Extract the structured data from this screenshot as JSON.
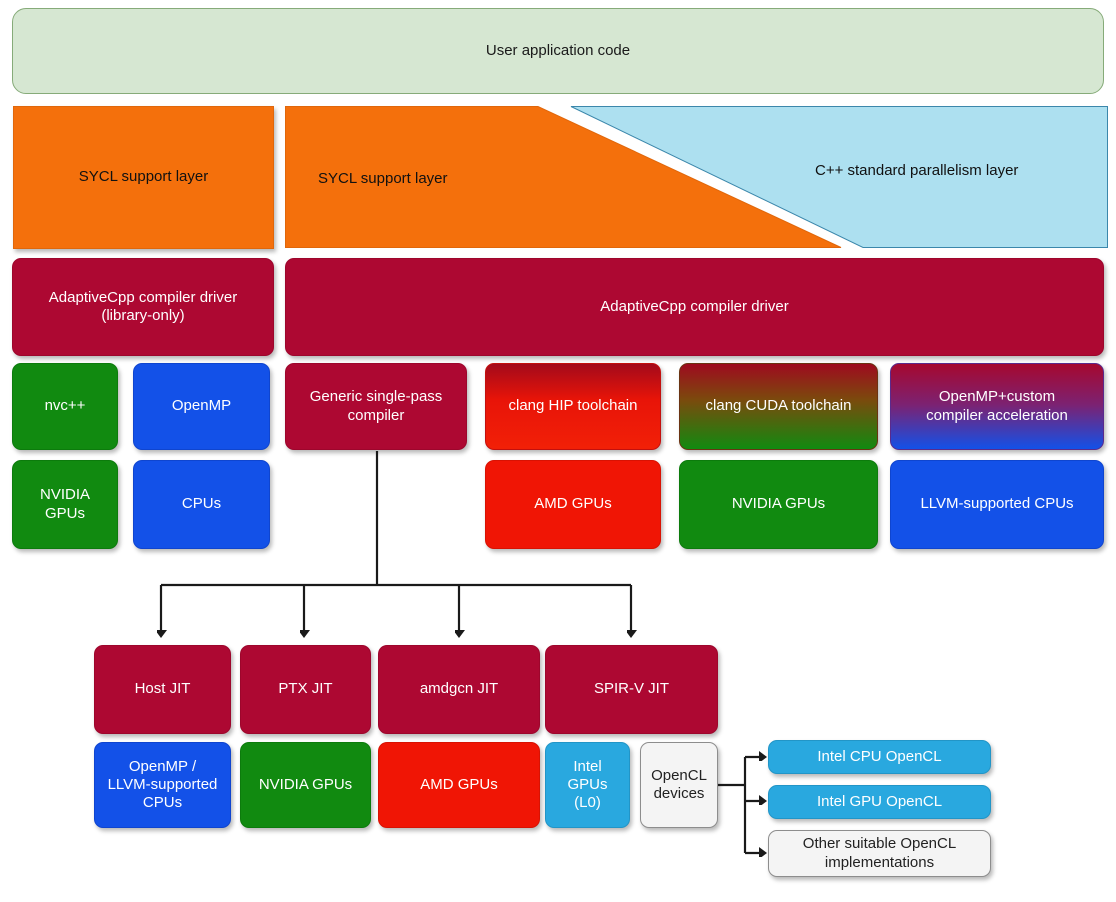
{
  "diagram": {
    "title": "AdaptiveCpp compilation flow",
    "colors": {
      "user_code_fill": "#d6e7d2",
      "user_code_stroke": "#86ab79",
      "sycl_layer": "#f4700c",
      "cpp_par_layer": "#ade0f0",
      "compiler_driver": "#ad0832",
      "green": "#118a10",
      "blue": "#1351e8",
      "red": "#f01505",
      "cyan": "#29a8df",
      "white_box": "#f4f4f4",
      "arrow": "#1a1a1a"
    },
    "rows": {
      "user_code": {
        "label": "User application code"
      },
      "layer_row": {
        "sycl_left": "SYCL support layer",
        "sycl_right": "SYCL support layer",
        "cpp_parallelism": "C++ standard parallelism layer"
      },
      "driver_row": {
        "library_only": "AdaptiveCpp compiler driver\n(library-only)",
        "library_only_line1": "AdaptiveCpp compiler driver",
        "library_only_line2": "(library-only)",
        "main_driver": "AdaptiveCpp compiler driver"
      },
      "toolchain_row": [
        {
          "label": "nvc++",
          "style": "green"
        },
        {
          "label": "OpenMP",
          "style": "blue"
        },
        {
          "label": "Generic single-pass compiler",
          "style": "darkred"
        },
        {
          "label": "clang HIP toolchain",
          "style": "gradient-red"
        },
        {
          "label": "clang CUDA toolchain",
          "style": "gradient-red-green"
        },
        {
          "label": "OpenMP+custom compiler acceleration",
          "style": "gradient-red-blue"
        }
      ],
      "target_row": [
        {
          "label": "NVIDIA GPUs",
          "style": "green"
        },
        {
          "label": "CPUs",
          "style": "blue"
        },
        {
          "label": "AMD GPUs",
          "style": "red"
        },
        {
          "label": "NVIDIA GPUs",
          "style": "green"
        },
        {
          "label": "LLVM-supported CPUs",
          "style": "blue"
        }
      ],
      "jit_row": [
        {
          "label": "Host JIT"
        },
        {
          "label": "PTX JIT"
        },
        {
          "label": "amdgcn JIT"
        },
        {
          "label": "SPIR-V JIT"
        }
      ],
      "jit_target_row": [
        {
          "label": "OpenMP / LLVM-supported CPUs",
          "style": "blue"
        },
        {
          "label": "NVIDIA GPUs",
          "style": "green"
        },
        {
          "label": "AMD GPUs",
          "style": "red"
        },
        {
          "label": "Intel GPUs (L0)",
          "style": "cyan"
        },
        {
          "label": "OpenCL devices",
          "style": "white"
        }
      ],
      "opencl_impls": [
        {
          "label": "Intel CPU OpenCL",
          "style": "cyan"
        },
        {
          "label": "Intel GPU OpenCL",
          "style": "cyan"
        },
        {
          "label": "Other suitable OpenCL implementations",
          "style": "white"
        }
      ]
    },
    "text_fragments": {
      "nvcpp": "nvc++",
      "openmp": "OpenMP",
      "generic_line1": "Generic single-pass",
      "generic_line2": "compiler",
      "clang_hip": "clang HIP toolchain",
      "clang_cuda": "clang CUDA toolchain",
      "omp_custom_line1": "OpenMP+custom",
      "omp_custom_line2": "compiler acceleration",
      "nvidia_gpus_1": "NVIDIA",
      "nvidia_gpus_2": "GPUs",
      "cpus": "CPUs",
      "amd_gpus": "AMD GPUs",
      "nvidia_gpus": "NVIDIA GPUs",
      "llvm_cpus": "LLVM-supported CPUs",
      "host_jit": "Host JIT",
      "ptx_jit": "PTX JIT",
      "amdgcn_jit": "amdgcn JIT",
      "spirv_jit": "SPIR-V JIT",
      "omp_llvm_line1": "OpenMP /",
      "omp_llvm_line2": "LLVM-supported",
      "omp_llvm_line3": "CPUs",
      "nvidia_gpus_jit": "NVIDIA GPUs",
      "amd_gpus_jit": "AMD GPUs",
      "intel_gpus_line1": "Intel",
      "intel_gpus_line2": "GPUs",
      "intel_gpus_line3": "(L0)",
      "opencl_devices_line1": "OpenCL",
      "opencl_devices_line2": "devices",
      "intel_cpu_opencl": "Intel CPU OpenCL",
      "intel_gpu_opencl": "Intel GPU OpenCL",
      "other_opencl_line1": "Other suitable OpenCL",
      "other_opencl_line2": "implementations"
    }
  }
}
